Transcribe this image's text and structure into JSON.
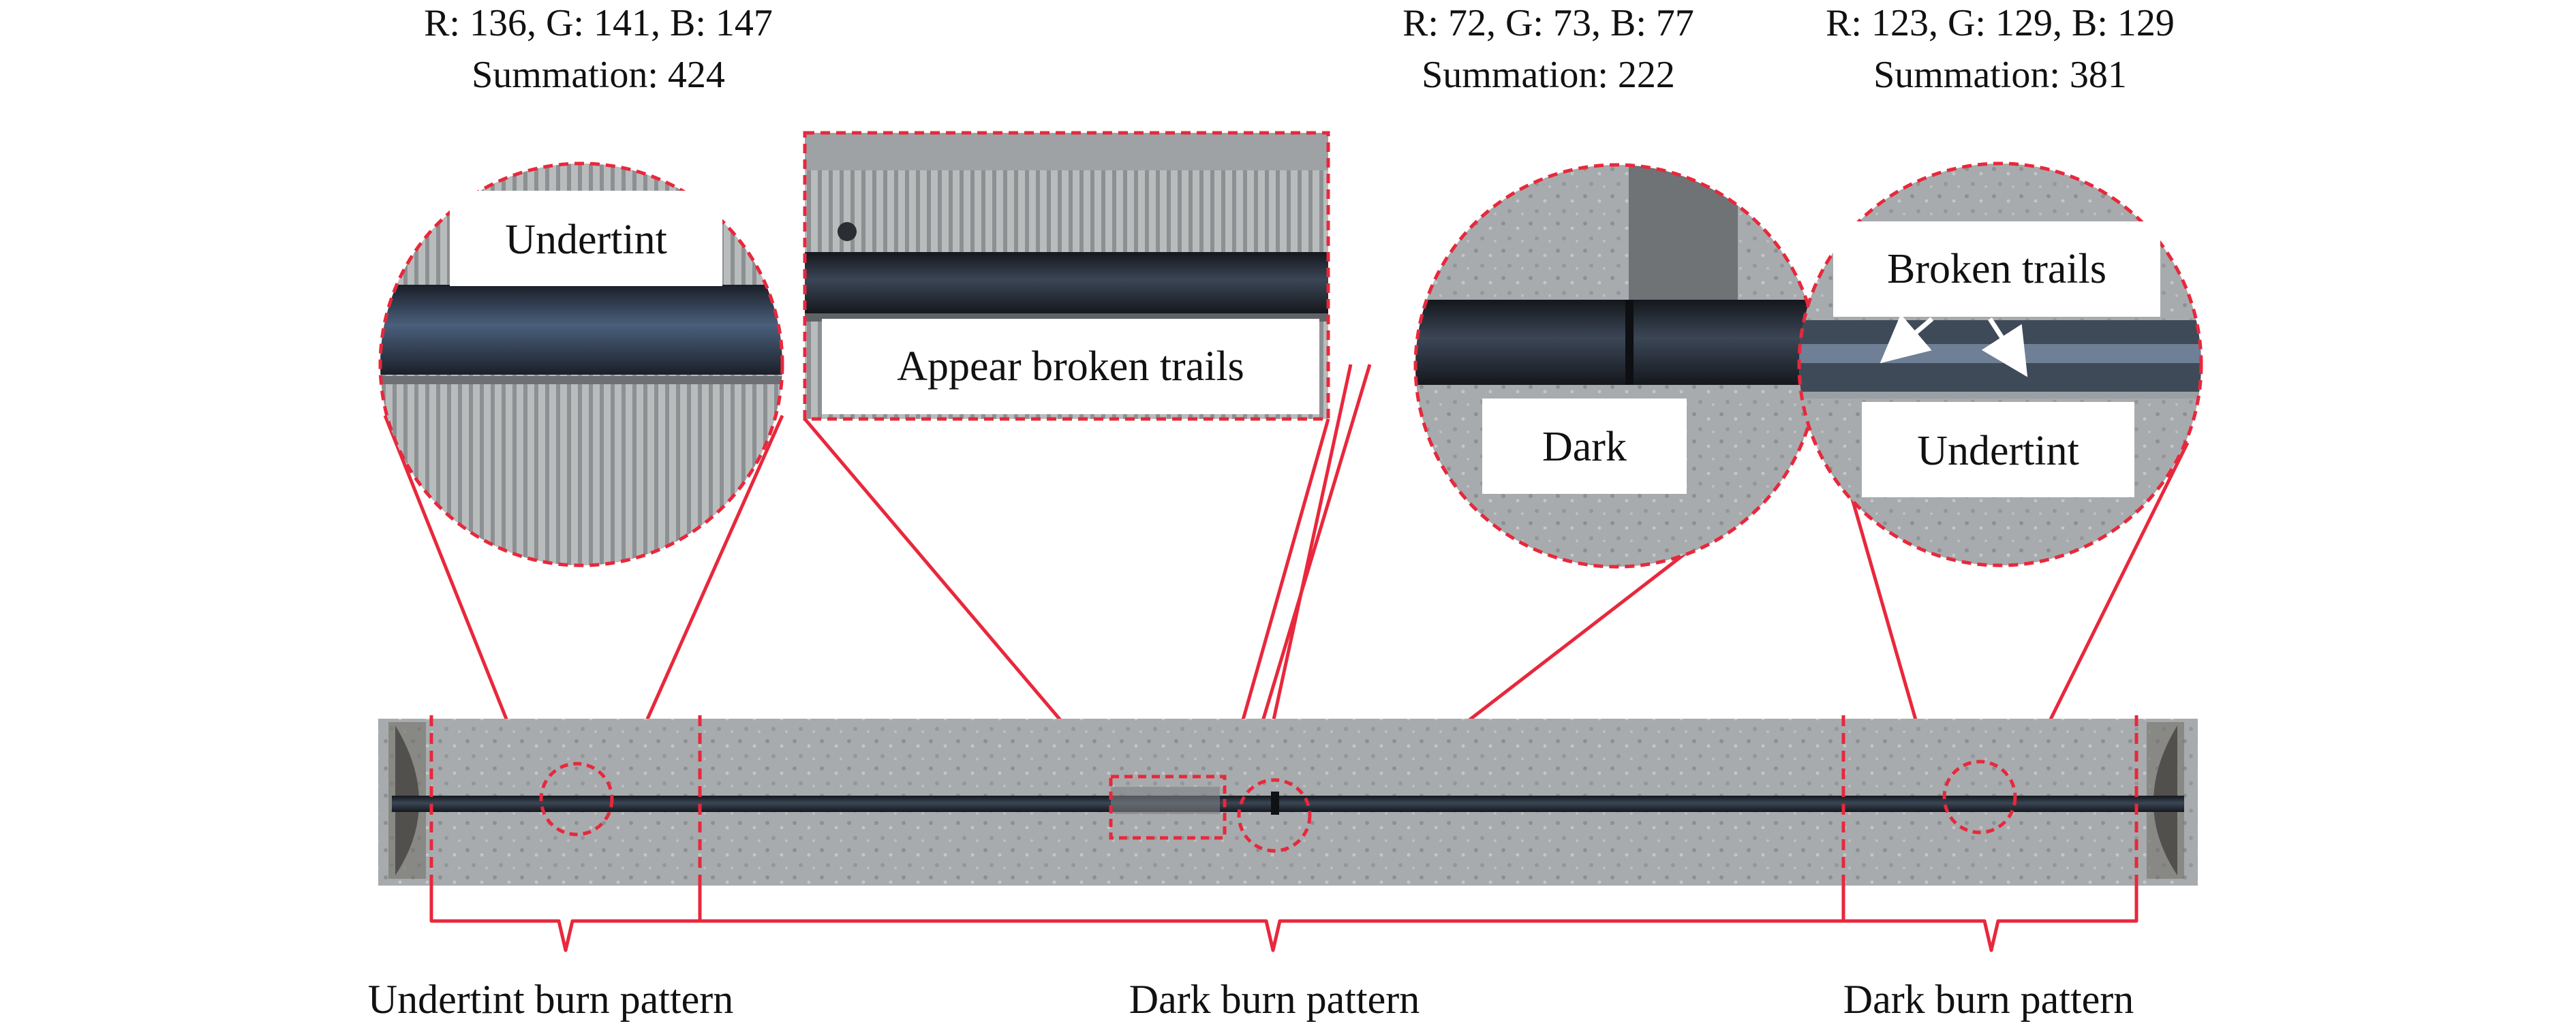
{
  "colors": {
    "accent": "#e8283c",
    "concrete": "#a9acae",
    "rod": "#1f2228",
    "label_box": "#ffffff",
    "text": "#111111"
  },
  "readouts": [
    {
      "line1": "R: 136, G: 141, B: 147",
      "line2": "Summation: 424"
    },
    {
      "line1": "R: 72, G: 73, B: 77",
      "line2": "Summation: 222"
    },
    {
      "line1": "R: 123, G: 129, B: 129",
      "line2": "Summation: 381"
    }
  ],
  "zoom_labels": {
    "undertint_left": "Undertint",
    "appear_broken_trails": "Appear broken trails",
    "dark": "Dark",
    "broken_trails": "Broken trails",
    "undertint_right": "Undertint"
  },
  "zones": [
    {
      "label": "Undertint burn pattern"
    },
    {
      "label": "Dark burn pattern"
    },
    {
      "label": "Dark burn pattern"
    }
  ]
}
